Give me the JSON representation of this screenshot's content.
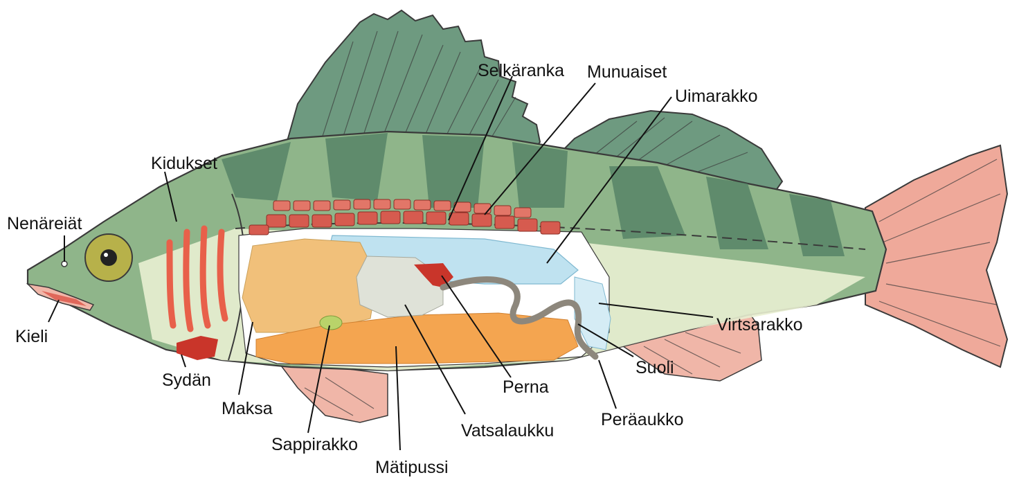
{
  "labels": {
    "selkaranka": "Selkäranka",
    "munuaiset": "Munuaiset",
    "uimarakko": "Uimarakko",
    "kidukset": "Kidukset",
    "nenareiat": "Nenäreiät",
    "kieli": "Kieli",
    "sydan": "Sydän",
    "maksa": "Maksa",
    "sappirakko": "Sappirakko",
    "matipussi": "Mätipussi",
    "vatsalaukku": "Vatsalaukku",
    "perna": "Perna",
    "peraaukko": "Peräaukko",
    "suoli": "Suoli",
    "virtsarakko": "Virtsarakko"
  },
  "colors": {
    "body_green": "#8fb58a",
    "dark_green": "#4f7d62",
    "fin_green": "#5f8f74",
    "belly": "#e9f0d2",
    "tail_pink": "#efa99a",
    "gill_red": "#e8604a",
    "liver": "#f1c07a",
    "roe": "#f4a550",
    "stomach": "#dfe2d8",
    "swim_bladder": "#bfe2f0",
    "spleen": "#c9352a",
    "gall": "#b9d36a",
    "kidney": "#d65b4f",
    "eye_ring": "#b7b14a",
    "outline": "#3a3a3a"
  }
}
